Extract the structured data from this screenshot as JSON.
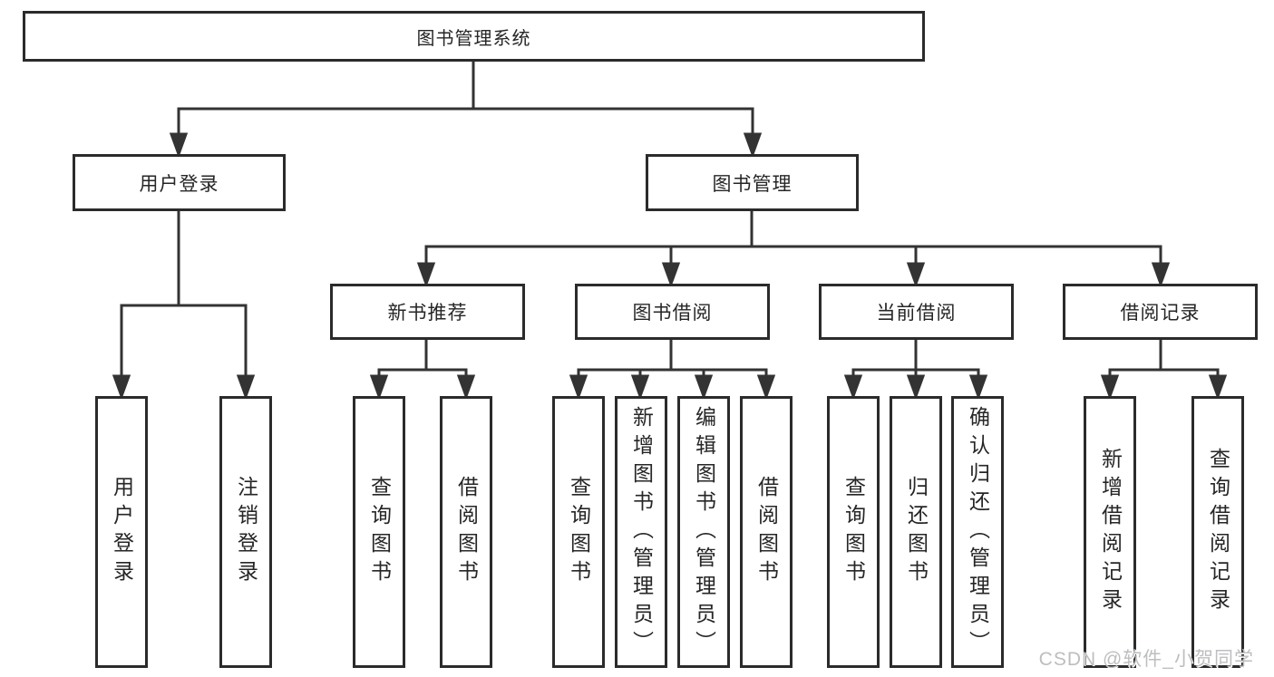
{
  "diagram": {
    "root": {
      "label": "图书管理系统"
    },
    "level2": [
      {
        "label": "用户登录"
      },
      {
        "label": "图书管理"
      }
    ],
    "level3": [
      {
        "label": "新书推荐"
      },
      {
        "label": "图书借阅"
      },
      {
        "label": "当前借阅"
      },
      {
        "label": "借阅记录"
      }
    ],
    "leaves": {
      "user_login": [
        "用户登录",
        "注销登录"
      ],
      "new_book": [
        "查询图书",
        "借阅图书"
      ],
      "book_borrow": [
        "查询图书",
        "新增图书（管理员）",
        "编辑图书（管理员）",
        "借阅图书"
      ],
      "current_borrow": [
        "查询图书",
        "归还图书",
        "确认归还（管理员）"
      ],
      "borrow_record": [
        "新增借阅记录",
        "查询借阅记录"
      ]
    }
  },
  "watermark": {
    "text": "CSDN @软件_小贺同学"
  },
  "colors": {
    "line": "#333333",
    "border": "#2b2b2b",
    "fill": "#ffffff",
    "text": "#262626",
    "watermark": "#bdbec0"
  }
}
